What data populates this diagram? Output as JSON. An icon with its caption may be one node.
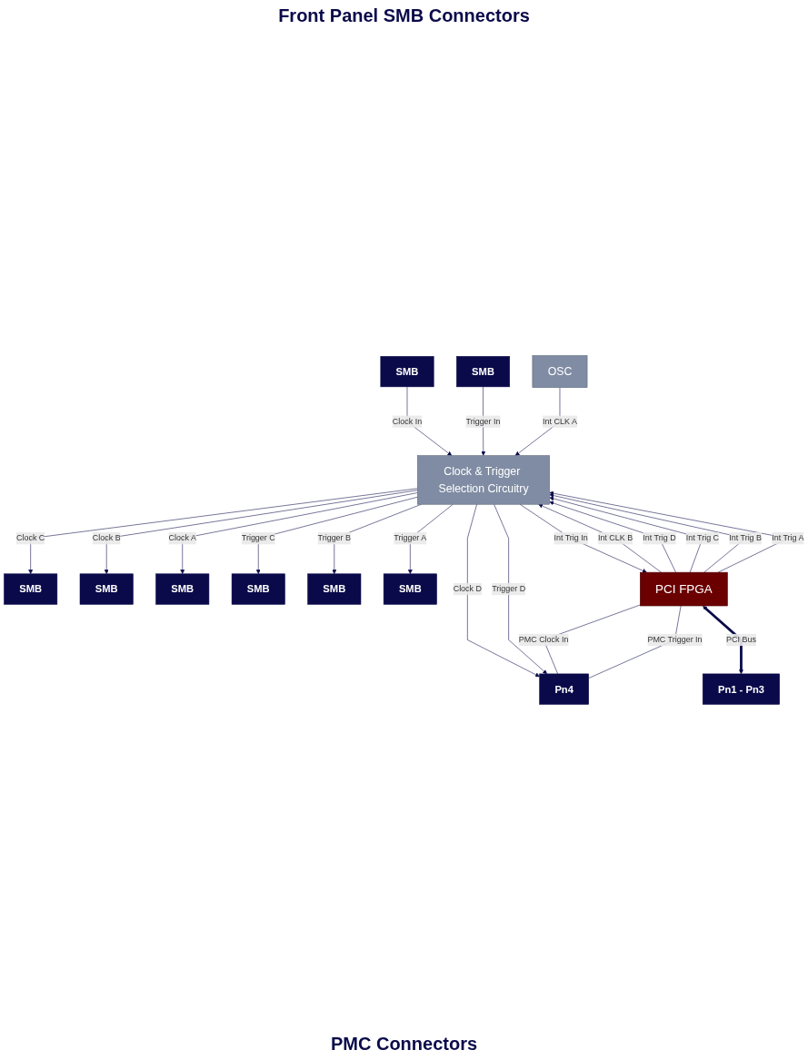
{
  "diagram": {
    "nodes": [
      {
        "text": [
          "SMB"
        ]
      },
      {
        "text": [
          "SMB"
        ]
      },
      {
        "text": [
          "SMB"
        ]
      },
      {
        "text": [
          "SMB"
        ]
      },
      {
        "text": [
          "SMB"
        ]
      },
      {
        "text": [
          "SMB"
        ]
      },
      {
        "text": [
          "SMB"
        ]
      },
      {
        "text": [
          "SMB"
        ]
      },
      {
        "text": [
          "Clock & Trigger Selection Circuitry"
        ]
      },
      {
        "text": [
          "OSC"
        ]
      },
      {
        "text": [
          "PCI FPGA"
        ]
      },
      {
        "text": [
          "Pn4"
        ]
      },
      {
        "text": [
          "Pn1 - Pn3"
        ]
      }
    ],
    "edges": [
      {
        "from": 0,
        "to": 8,
        "arrow": "to",
        "label": "Clock In"
      },
      {
        "from": 1,
        "to": 8,
        "arrow": "to",
        "label": "Trigger In"
      },
      {
        "from": 8,
        "to": 2,
        "arrow": "to",
        "label": "Clock C"
      },
      {
        "from": 8,
        "to": 3,
        "arrow": "to",
        "label": "Clock B"
      },
      {
        "from": 8,
        "to": 4,
        "arrow": "to",
        "label": "Clock A"
      },
      {
        "from": 8,
        "to": 5,
        "arrow": "to",
        "label": "Trigger C"
      },
      {
        "from": 8,
        "to": 6,
        "arrow": "to",
        "label": "Trigger B"
      },
      {
        "from": 8,
        "to": 7,
        "arrow": "to",
        "label": "Trigger A"
      },
      {
        "from": 9,
        "to": 8,
        "arrow": "to",
        "label": "Int CLK A"
      },
      {
        "from": 8,
        "to": 11,
        "arrow": "to",
        "label": "Clock D"
      },
      {
        "from": 8,
        "to": 11,
        "arrow": "to",
        "label": "Trigger D"
      },
      {
        "from": 8,
        "to": 10,
        "arrow": "to",
        "label": "Int Trig In"
      },
      {
        "from": 10,
        "to": 8,
        "arrow": "to",
        "label": "Int CLK B"
      },
      {
        "from": 10,
        "to": 8,
        "arrow": "to",
        "label": "Int Trig D"
      },
      {
        "from": 10,
        "to": 8,
        "arrow": "to",
        "label": "Int Trig C"
      },
      {
        "from": 10,
        "to": 8,
        "arrow": "to",
        "label": "Int Trig B"
      },
      {
        "from": 10,
        "to": 8,
        "arrow": "to",
        "label": "Int Trig A"
      },
      {
        "from": 10,
        "to": 11,
        "arrow": "none",
        "label": "PMC Clock In"
      },
      {
        "from": 10,
        "to": 11,
        "arrow": "none",
        "label": "PMC Trigger In"
      },
      {
        "from": 10,
        "to": 12,
        "arrow": "both",
        "label": "PCI Bus",
        "style": "thick"
      }
    ],
    "labels": [
      "Front Panel SMB Connectors",
      "PMC Connectors"
    ]
  }
}
